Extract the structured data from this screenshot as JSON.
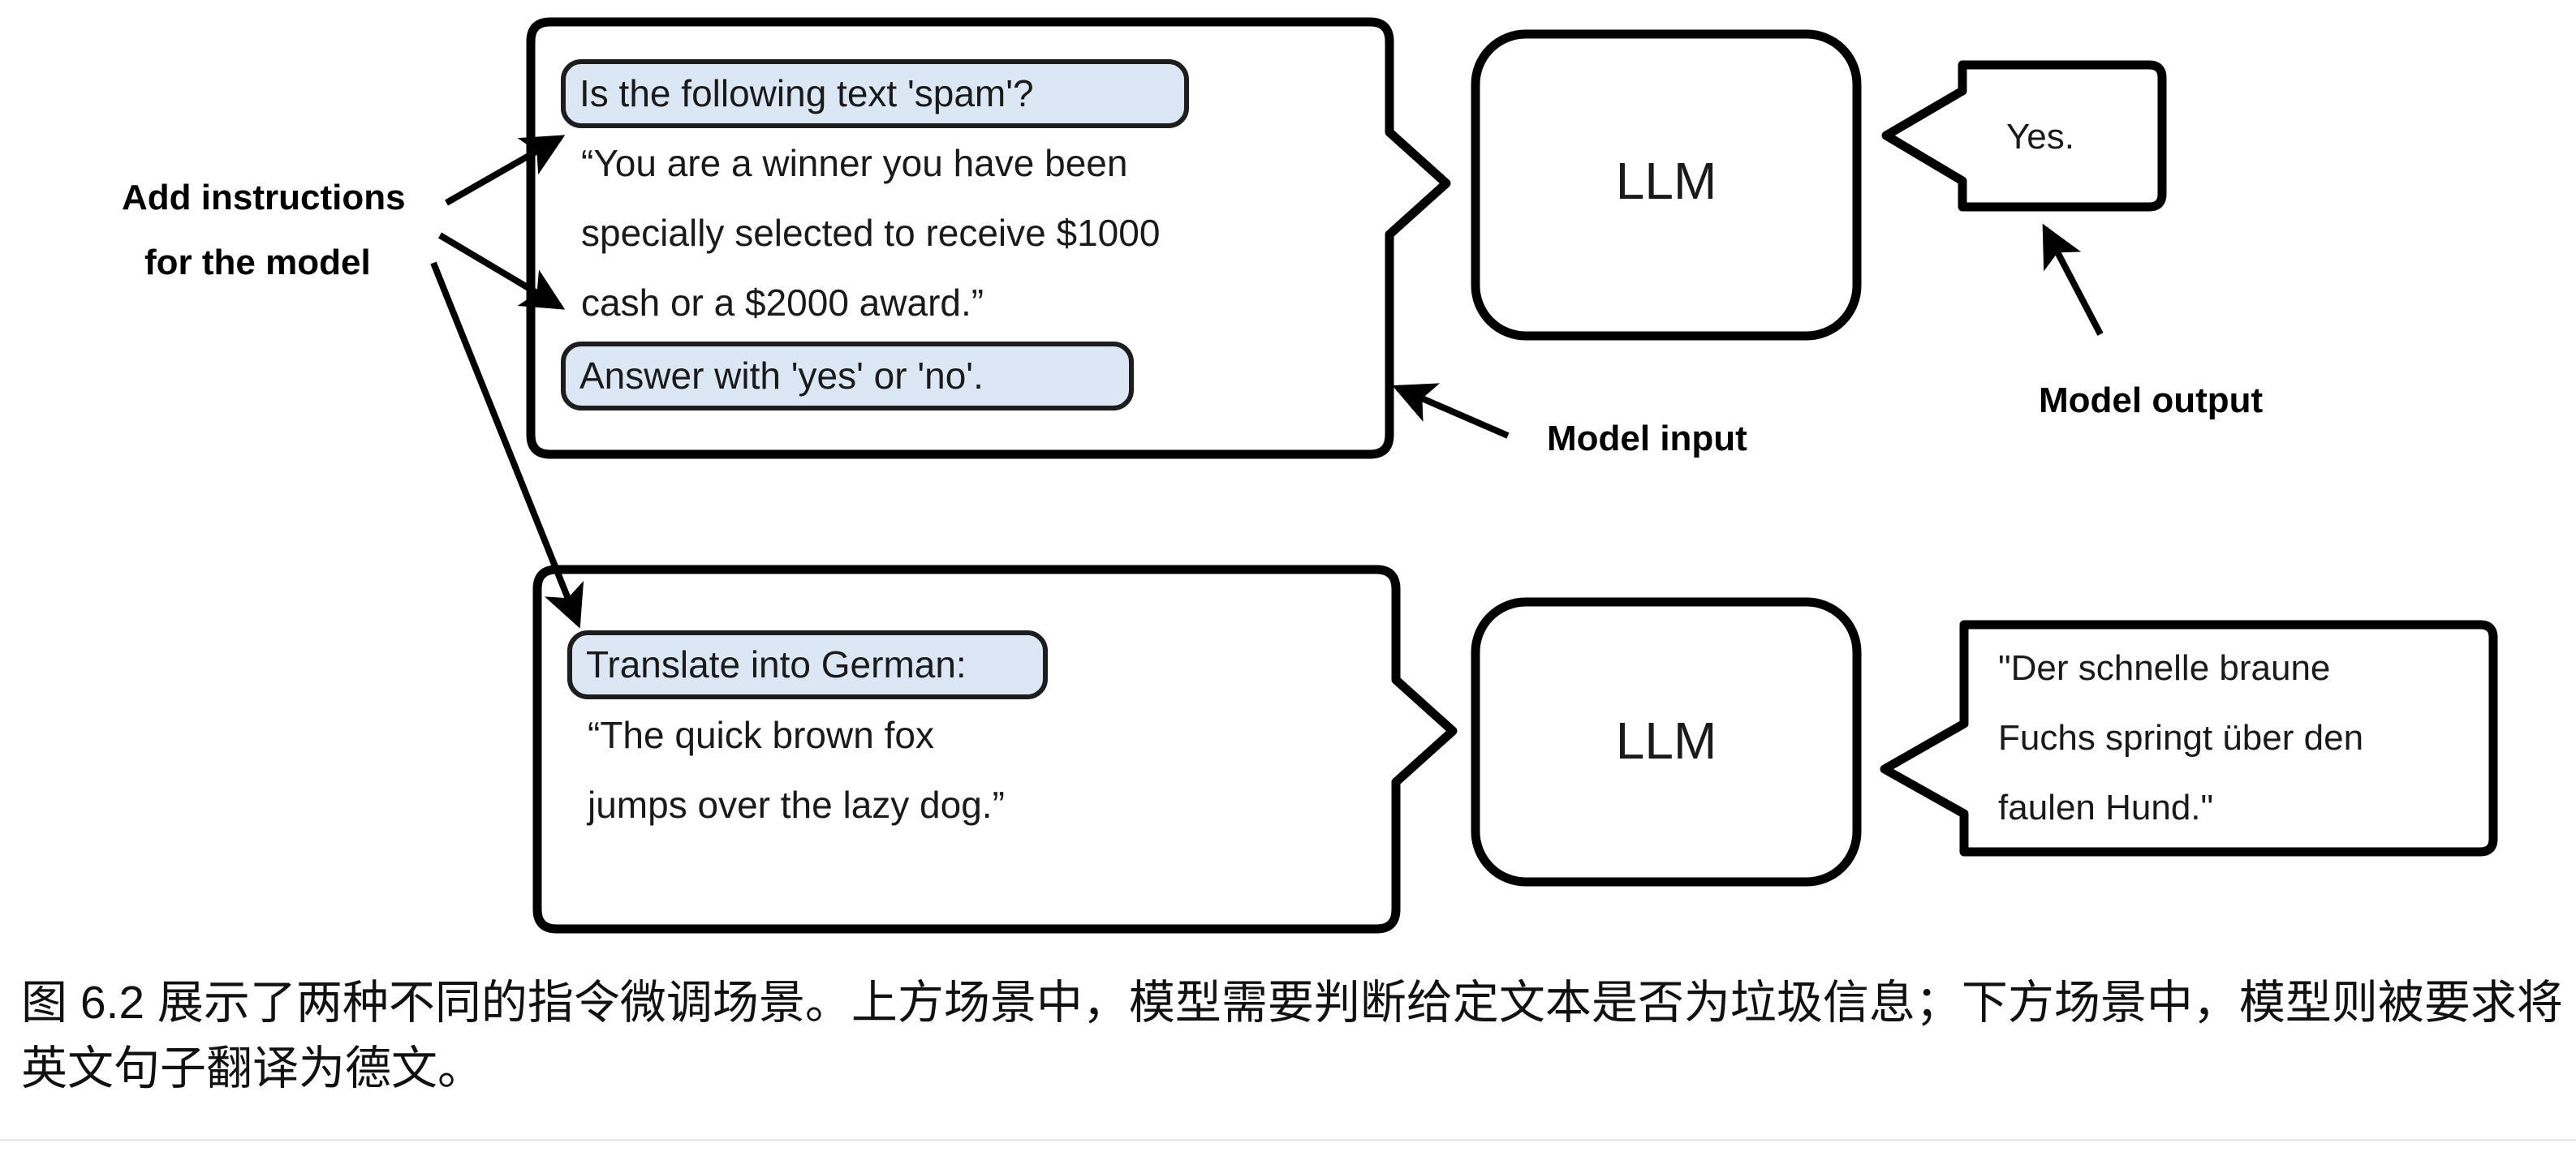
{
  "figure": {
    "scenarios": [
      {
        "id": "spam-classification",
        "input_box": {
          "instruction_top": "Is the following text 'spam'?",
          "body_lines": [
            "“You are a winner you have been",
            "specially selected to receive $1000",
            "cash or a $2000 award.”"
          ],
          "instruction_bottom": "Answer with 'yes' or 'no'."
        },
        "model_label": "LLM",
        "output_bubble": {
          "lines": [
            "Yes."
          ]
        }
      },
      {
        "id": "german-translation",
        "input_box": {
          "instruction_top": "Translate into German:",
          "body_lines": [
            "“The quick brown fox",
            "jumps over the lazy dog.”"
          ],
          "instruction_bottom": null
        },
        "model_label": "LLM",
        "output_bubble": {
          "lines": [
            "\"Der schnelle braune",
            "Fuchs springt über den",
            "faulen Hund.\""
          ]
        }
      }
    ],
    "annotations": {
      "add_instructions_line1": "Add instructions",
      "add_instructions_line2": "for the model",
      "model_input": "Model input",
      "model_output": "Model output"
    },
    "colors": {
      "instruction_pill_fill": "#dce7f5",
      "stroke": "#000000",
      "text": "#1a1a1a",
      "page_background": "#ffffff"
    }
  },
  "caption": {
    "text": "图 6.2 展示了两种不同的指令微调场景。上方场景中，模型需要判断给定文本是否为垃圾信息；下方场景中，模型则被要求将英文句子翻译为德文。"
  }
}
